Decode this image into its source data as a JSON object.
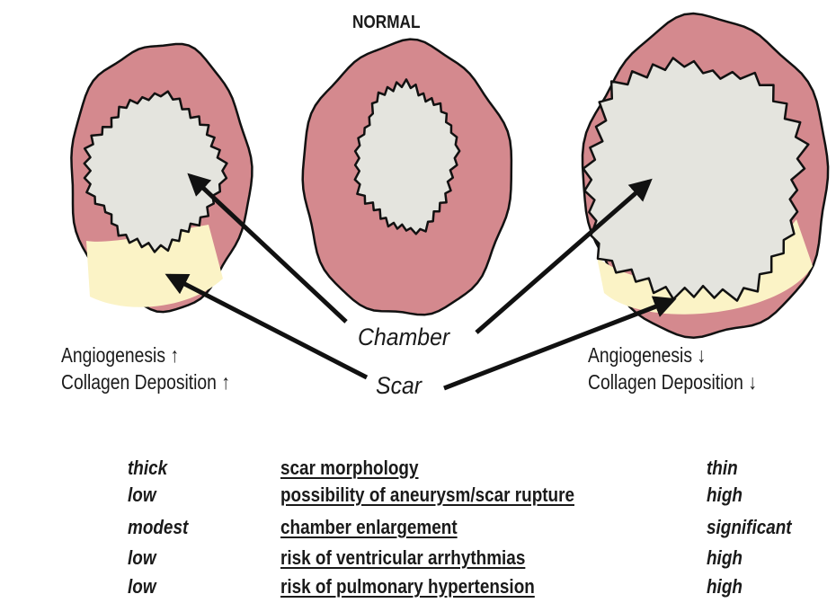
{
  "title": "NORMAL",
  "labels": {
    "chamber": "Chamber",
    "scar": "Scar"
  },
  "left_effects": {
    "line1": "Angiogenesis ↑",
    "line2": "Collagen Deposition ↑"
  },
  "right_effects": {
    "line1": "Angiogenesis ↓",
    "line2": "Collagen Deposition ↓"
  },
  "comparison": [
    {
      "left": "thick",
      "feature": "scar morphology",
      "right": "thin"
    },
    {
      "left": "low",
      "feature": "possibility of aneurysm/scar rupture",
      "right": "high"
    },
    {
      "left": "modest",
      "feature": "chamber enlargement",
      "right": "significant"
    },
    {
      "left": "low",
      "feature": "risk of ventricular arrhythmias",
      "right": "high"
    },
    {
      "left": "low",
      "feature": "risk of pulmonary hypertension",
      "right": "high"
    }
  ],
  "colors": {
    "myocardium": "#d4898e",
    "chamber": "#e4e4de",
    "scar": "#fbf3c6",
    "outline": "#111111"
  }
}
